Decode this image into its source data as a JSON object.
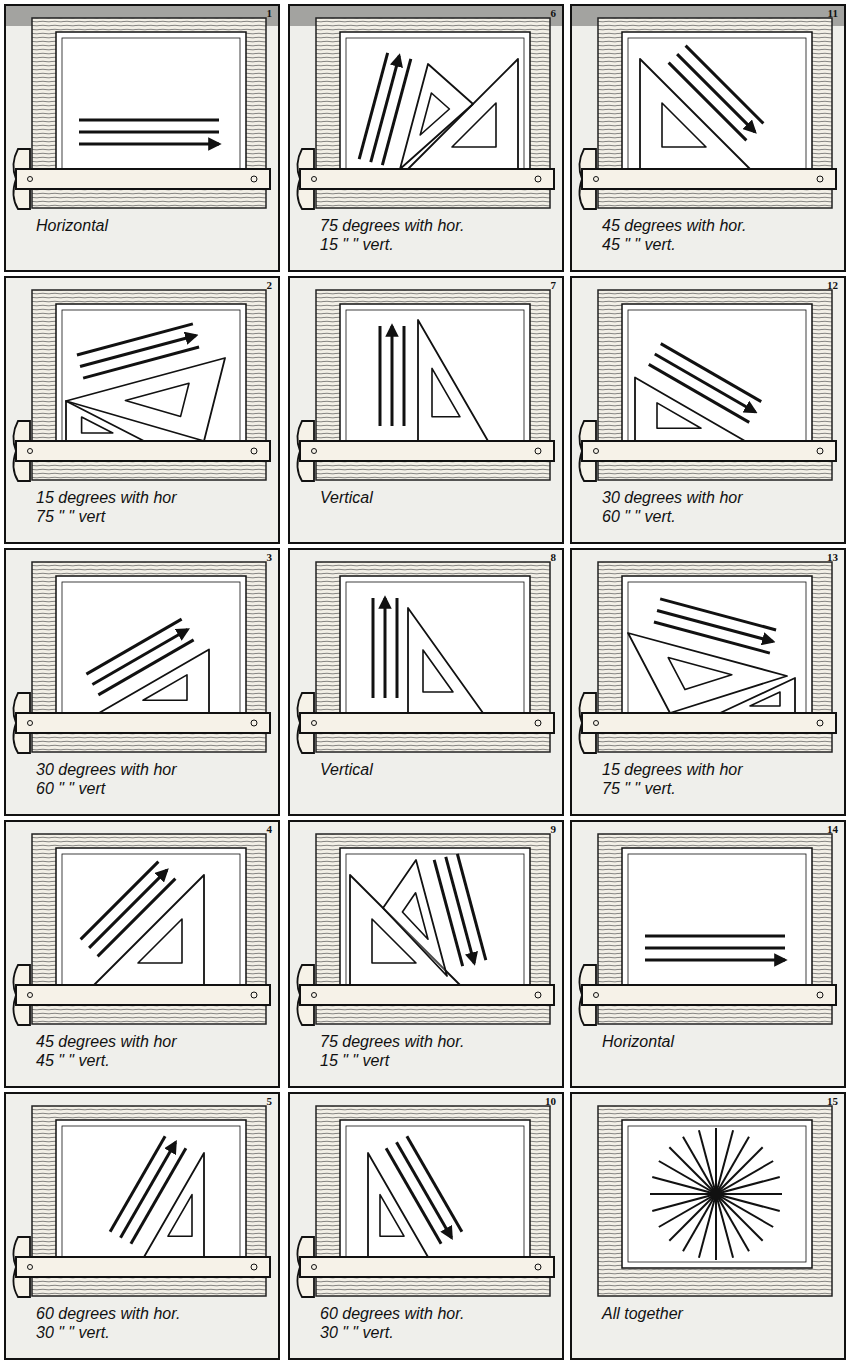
{
  "diagram": {
    "nodes": [
      {
        "text": [
          "1",
          "Horizontal"
        ]
      },
      {
        "text": [
          "2",
          "15 degrees with hor 75 \" \" vert"
        ]
      },
      {
        "text": [
          "3",
          "30 degrees with hor 60 \" \" vert"
        ]
      },
      {
        "text": [
          "4",
          "45 degrees with hor 45 \" \" vert."
        ]
      },
      {
        "text": [
          "5",
          "60 degrees with hor. 30 \" \" vert."
        ]
      },
      {
        "text": [
          "6",
          "75 degrees with hor. 15 \" \" vert."
        ]
      },
      {
        "text": [
          "7",
          "Vertical"
        ]
      },
      {
        "text": [
          "8",
          "Vertical"
        ]
      },
      {
        "text": [
          "9",
          "75 degrees with hor. 15 \" \" vert"
        ]
      },
      {
        "text": [
          "10",
          "60 degrees with hor. 30 \" \" vert."
        ]
      },
      {
        "text": [
          "11",
          "45 degrees with hor. 45 \" \" vert."
        ]
      },
      {
        "text": [
          "12",
          "30 degrees with hor 60 \" \" vert."
        ]
      },
      {
        "text": [
          "13",
          "15 degrees with hor 75 \" \" vert."
        ]
      },
      {
        "text": [
          "14",
          "Horizontal"
        ]
      },
      {
        "text": [
          "15",
          "All together"
        ]
      }
    ]
  }
}
